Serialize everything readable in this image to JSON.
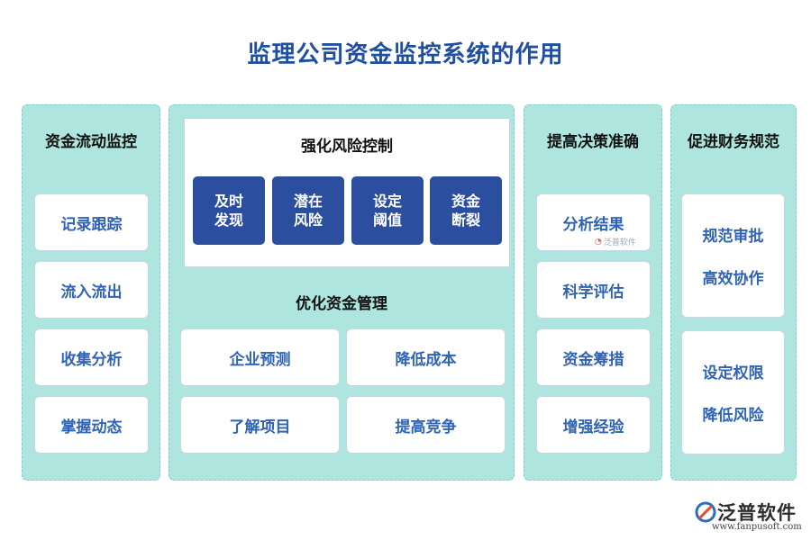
{
  "title": "监理公司资金监控系统的作用",
  "colors": {
    "panel": "#aee6df",
    "title": "#1f4fa0",
    "card_text": "#2f63b6",
    "tile": "#2b4f9e"
  },
  "col1": {
    "title": "资金流动监控",
    "items": [
      "记录跟踪",
      "流入流出",
      "收集分析",
      "掌握动态"
    ]
  },
  "col2": {
    "section1_title": "强化风险控制",
    "tiles": [
      {
        "line1": "及时",
        "line2": "发现"
      },
      {
        "line1": "潜在",
        "line2": "风险"
      },
      {
        "line1": "设定",
        "line2": "阈值"
      },
      {
        "line1": "资金",
        "line2": "断裂"
      }
    ],
    "section2_title": "优化资金管理",
    "items": [
      "企业预测",
      "降低成本",
      "了解项目",
      "提高竞争"
    ]
  },
  "col3": {
    "title": "提高决策准确",
    "items": [
      "分析结果",
      "科学评估",
      "资金筹措",
      "增强经验"
    ]
  },
  "col4": {
    "title": "促进财务规范",
    "cards": [
      {
        "line1": "规范审批",
        "line2": "高效协作"
      },
      {
        "line1": "设定权限",
        "line2": "降低风险"
      }
    ]
  },
  "watermark": "泛普软件",
  "logo": {
    "name": "泛普软件",
    "url": "www.fanpusoft.com"
  }
}
